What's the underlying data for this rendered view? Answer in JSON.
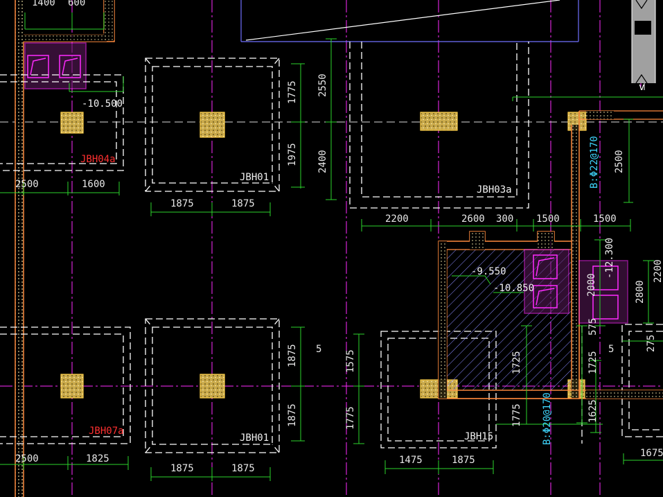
{
  "colors": {
    "background": "#000000",
    "dim_line": "#2bd52b",
    "axis": "#ff2bff",
    "foundation_outline": "#ffffff",
    "column": "#e8c86a",
    "wall": "#ff8a3d",
    "pit": "#7070ff",
    "label_red": "#ff3030",
    "label_cyan": "#3fd7ff"
  },
  "labels": {
    "top_left_1400": "1400",
    "top_left_600": "600",
    "elev_1": "-10.500",
    "jbh04a": "JBH04a",
    "dim_2500_a": "2500",
    "dim_1600": "1600",
    "jbh01_a": "JBH01",
    "dim_1775_a": "1775",
    "dim_1975": "1975",
    "dim_1875_a": "1875",
    "dim_1875_b": "1875",
    "dim_2550": "2550",
    "dim_2400": "2400",
    "jbh03a": "JBH03a",
    "dim_2200_a": "2200",
    "dim_2600": "2600",
    "dim_300": "300",
    "dim_1500_a": "1500",
    "dim_1500_b": "1500",
    "rebar_1": "B:Φ22@170",
    "dim_2500_b": "2500",
    "elev_2": "-9.550",
    "elev_3": "-10.850",
    "elev_4": "-12.300",
    "dim_2000": "2000",
    "dim_2200_b": "2200",
    "dim_2800": "2800",
    "dim_575": "575",
    "dim_275": "275",
    "dim_5_a": "5",
    "dim_5_b": "5",
    "dim_1875_c": "1875",
    "dim_1875_d": "1875",
    "jbh01_b": "JBH01",
    "dim_1575": "1575",
    "dim_1775_b": "1775",
    "dim_1725_a": "1725",
    "dim_1725_b": "1725",
    "jbh15": "JBH15",
    "dim_1775_c": "1775",
    "rebar_2": "B:Φ20@170",
    "dim_1625": "1625",
    "jbh07a": "JBH07a",
    "dim_2500_c": "2500",
    "dim_1825": "1825",
    "dim_1875_e": "1875",
    "dim_1875_f": "1875",
    "dim_1475": "1475",
    "dim_1875_g": "1875",
    "dim_1675": "1675"
  }
}
